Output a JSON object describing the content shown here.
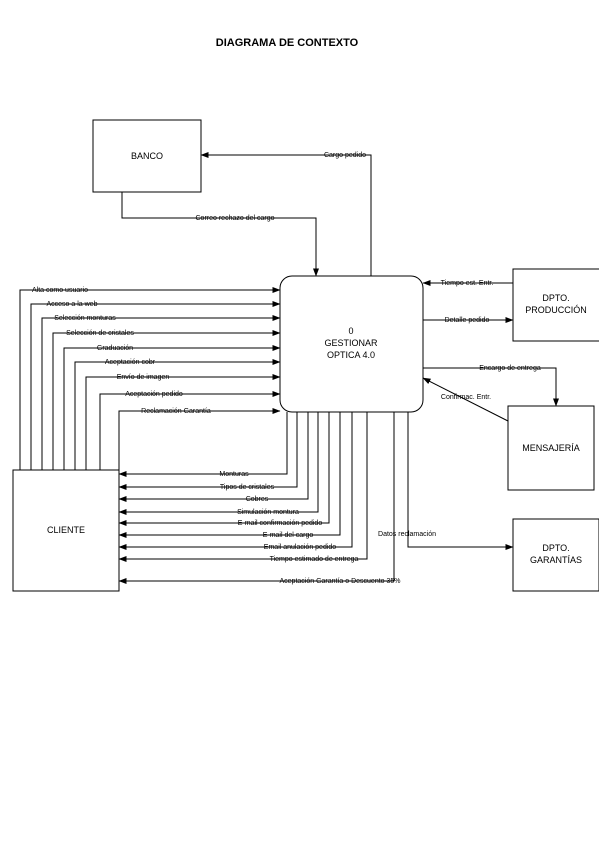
{
  "title": "DIAGRAMA DE CONTEXTO",
  "process": {
    "number": "0",
    "line1": "GESTIONAR",
    "line2": "OPTICA 4.0"
  },
  "entities": {
    "banco": "BANCO",
    "cliente": "CLIENTE",
    "produccion_line1": "DPTO.",
    "produccion_line2": "PRODUCCIÓN",
    "mensajeria": "MENSAJERÍA",
    "garantias_line1": "DPTO.",
    "garantias_line2": "GARANTÍAS"
  },
  "flows": {
    "cargo_pedido": "Cargo pedido",
    "correo_rechazo_cargo": "Correo rechazo del cargo",
    "tiempo_est_entr": "Tiempo est. Entr.",
    "detalle_pedido": "Detalle pedido",
    "encargo_entrega": "Encargo de entrega",
    "confirmac_entr": "Confirmac. Entr.",
    "datos_reclamacion": "Datos reclamación",
    "cliente_in": [
      "Alta como usuario",
      "Acceso a la web",
      "Selección monturas",
      "Selección de cristales",
      "Graduación",
      "Aceptación cobr",
      "Envío de imagen",
      "Aceptación pedido",
      "Reclamación Garantía"
    ],
    "cliente_out": [
      "Monturas",
      "Tipos de cristales",
      "Cobres",
      "Simulación montura",
      "E-mail confirmación pedido",
      "E-mail del cargo",
      "Email anulación pedido",
      "Tiempo estimado de entrega",
      "Aceptación Garantía o Descuento 35%"
    ]
  }
}
